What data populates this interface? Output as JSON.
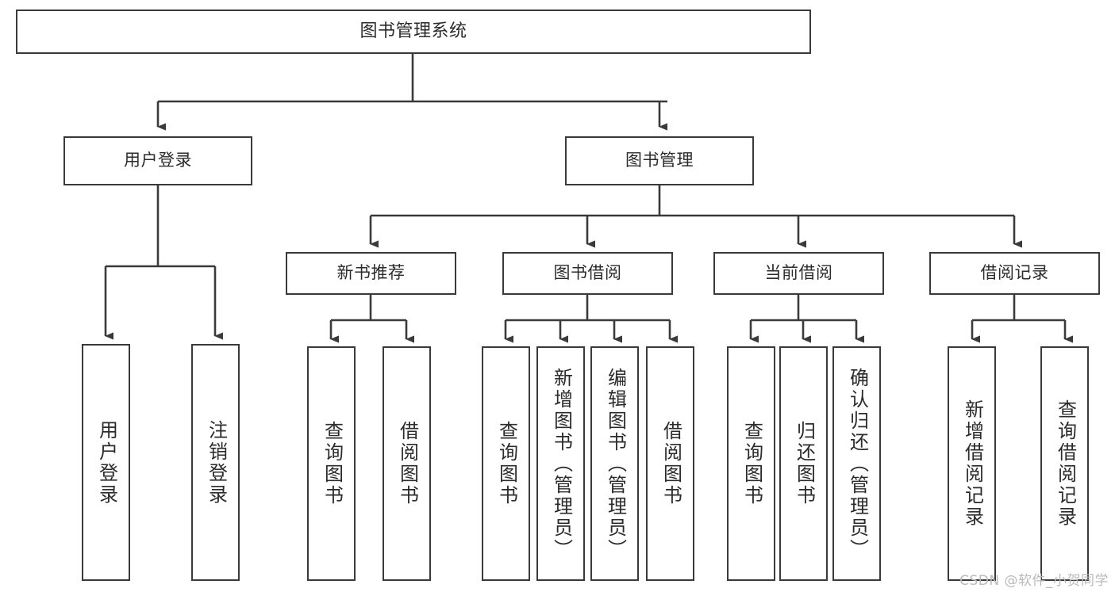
{
  "diagram": {
    "title": "图书管理系统",
    "type": "tree",
    "root": {
      "label": "图书管理系统"
    },
    "level2": [
      {
        "label": "用户登录"
      },
      {
        "label": "图书管理"
      }
    ],
    "level3": [
      {
        "label": "新书推荐"
      },
      {
        "label": "图书借阅"
      },
      {
        "label": "当前借阅"
      },
      {
        "label": "借阅记录"
      }
    ],
    "leaves": {
      "user_login": [
        {
          "label": "用户登录"
        },
        {
          "label": "注销登录"
        }
      ],
      "new_book_recommend": [
        {
          "label": "查询图书"
        },
        {
          "label": "借阅图书"
        }
      ],
      "book_borrow": [
        {
          "label": "查询图书"
        },
        {
          "label": "新增图书（管理员）"
        },
        {
          "label": "编辑图书（管理员）"
        },
        {
          "label": "借阅图书"
        }
      ],
      "current_borrow": [
        {
          "label": "查询图书"
        },
        {
          "label": "归还图书"
        },
        {
          "label": "确认归还（管理员）"
        }
      ],
      "borrow_record": [
        {
          "label": "新增借阅记录"
        },
        {
          "label": "查询借阅记录"
        }
      ]
    }
  },
  "watermark": {
    "text": "CSDN @软件_小贺同学"
  },
  "colors": {
    "stroke": "#3a3a3a",
    "background": "#ffffff",
    "text": "#2b2b2b",
    "watermark": "#b9b9b9"
  }
}
